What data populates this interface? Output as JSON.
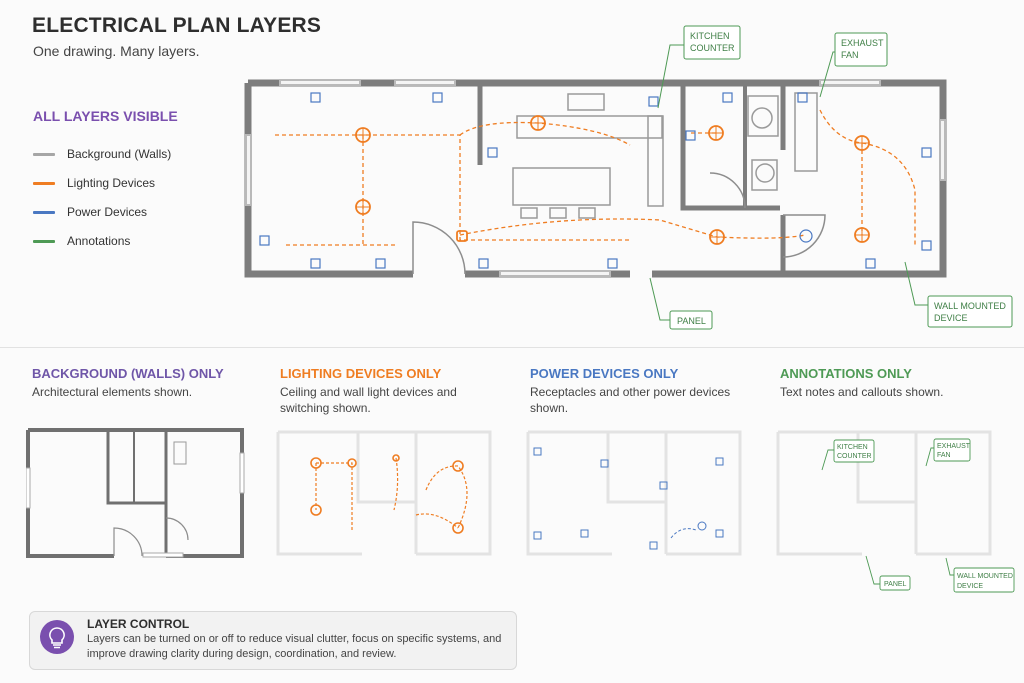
{
  "header": {
    "title": "ELECTRICAL PLAN LAYERS",
    "subtitle": "One drawing. Many layers."
  },
  "main_view": {
    "heading": "ALL LAYERS VISIBLE",
    "legend": [
      {
        "label": "Background (Walls)",
        "color": "#a6a6a6"
      },
      {
        "label": "Lighting Devices",
        "color": "#ef7d22"
      },
      {
        "label": "Power Devices",
        "color": "#4a78c2"
      },
      {
        "label": "Annotations",
        "color": "#4e9a55"
      }
    ],
    "callouts": {
      "kitchen_counter_1": "KITCHEN",
      "kitchen_counter_2": "COUNTER",
      "exhaust_fan_1": "EXHAUST",
      "exhaust_fan_2": "FAN",
      "panel": "PANEL",
      "wall_mounted_1": "WALL MOUNTED",
      "wall_mounted_2": "DEVICE"
    }
  },
  "layers": [
    {
      "heading": "BACKGROUND (WALLS) ONLY",
      "description": "Architectural elements shown.",
      "color": "#6f56a8"
    },
    {
      "heading": "LIGHTING DEVICES ONLY",
      "description": "Ceiling and wall light devices and switching shown.",
      "color": "#ef7d22"
    },
    {
      "heading": "POWER DEVICES ONLY",
      "description": "Receptacles and other power devices shown.",
      "color": "#4a78c2"
    },
    {
      "heading": "ANNOTATIONS ONLY",
      "description": "Text notes and callouts shown.",
      "color": "#4e9a55"
    }
  ],
  "annotations_thumb": {
    "kitchen_1": "KITCHEN",
    "kitchen_2": "COUNTER",
    "exhaust_1": "EXHAUST",
    "exhaust_2": "FAN",
    "panel": "PANEL",
    "wall_1": "WALL MOUNTED",
    "wall_2": "DEVICE"
  },
  "layer_control": {
    "title": "LAYER CONTROL",
    "text": "Layers can be turned on or off to reduce visual clutter, focus on specific systems, and improve drawing clarity during design, coordination, and review.",
    "icon": "lightbulb-icon"
  }
}
